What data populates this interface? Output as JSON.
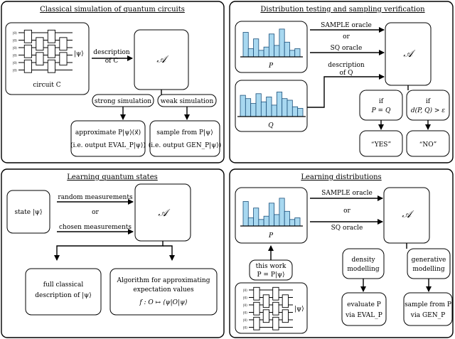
{
  "panels": {
    "classical": {
      "title": "Classical simulation of quantum circuits",
      "circuit_label": "circuit C",
      "state": "|ψ⟩",
      "desc_line1": "description",
      "desc_line2": "of C",
      "algo": "𝒜",
      "strong": "strong simulation",
      "weak": "weak simulation",
      "approx_line1": "approximate P|ψ⟩(x⃗)",
      "approx_line2": "(i.e. output EVAL_P|ψ⟩)",
      "sample_line1": "sample from P|ψ⟩",
      "sample_line2": "(i.e. output GEN_P|ψ⟩)"
    },
    "testing": {
      "title": "Distribution testing and sampling verification",
      "dist_p": "P",
      "dist_q": "Q",
      "sample_oracle": "SAMPLE oracle",
      "or": "or",
      "sq_oracle": "SQ oracle",
      "desc_line1": "description",
      "desc_line2": "of Q",
      "algo": "𝒜",
      "if1_line1": "if",
      "if1_line2": "P = Q",
      "if2_line1": "if",
      "if2_line2": "d(P, Q) > ε",
      "yes": "“YES”",
      "no": "“NO”"
    },
    "learning_states": {
      "title": "Learning quantum states",
      "state": "state |ψ⟩",
      "random": "random measurements",
      "or": "or",
      "chosen": "chosen measurements",
      "algo": "𝒜",
      "full_line1": "full classical",
      "full_line2": "description of |ψ⟩",
      "alg_line1": "Algorithm for approximating",
      "alg_line2": "expectation values",
      "alg_line3": "f : O ↦ ⟨ψ|O|ψ⟩"
    },
    "learning_dist": {
      "title": "Learning distributions",
      "dist_p": "P",
      "this_work_line1": "this work",
      "this_work_line2": "P = P|ψ⟩",
      "state": "|ψ⟩",
      "sample_oracle": "SAMPLE oracle",
      "or": "or",
      "sq_oracle": "SQ oracle",
      "algo": "𝒜",
      "density_line1": "density",
      "density_line2": "modelling",
      "gen_line1": "generative",
      "gen_line2": "modelling",
      "eval_line1": "evaluate P",
      "eval_line2": "via EVAL_P",
      "samp_line1": "sample from P",
      "samp_line2": "via GEN_P"
    }
  },
  "histograms": {
    "p": [
      0.75,
      0.25,
      0.55,
      0.2,
      0.3,
      0.7,
      0.35,
      0.85,
      0.45,
      0.2,
      0.25
    ],
    "q": [
      0.65,
      0.55,
      0.4,
      0.7,
      0.45,
      0.6,
      0.35,
      0.75,
      0.55,
      0.5,
      0.3,
      0.25
    ],
    "p2": [
      0.75,
      0.25,
      0.55,
      0.2,
      0.3,
      0.7,
      0.35,
      0.85,
      0.45,
      0.2,
      0.25
    ]
  },
  "colors": {
    "bar_fill": "#a8d8f0",
    "bar_stroke": "#1a4f7a"
  }
}
